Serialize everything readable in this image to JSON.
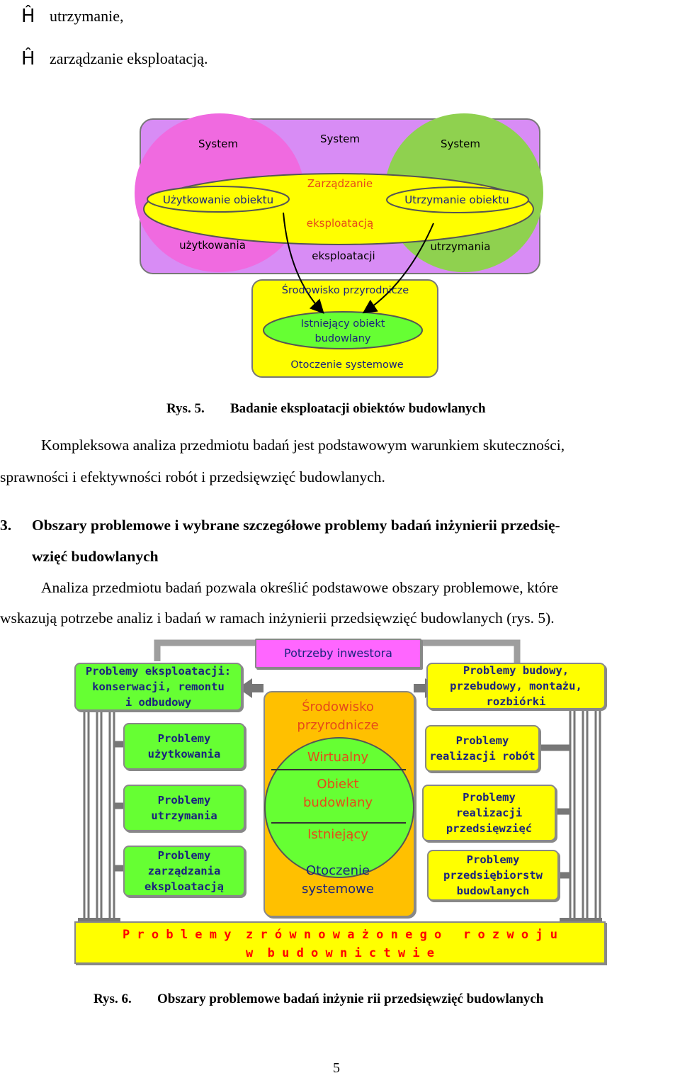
{
  "bullets": [
    {
      "glyph": "Ĥ",
      "text": "utrzymanie,"
    },
    {
      "glyph": "Ĥ",
      "text": "zarządzanie eksploatacją."
    }
  ],
  "fig5": {
    "sys_left": "System",
    "sys_mid": "System",
    "sys_right": "System",
    "zarz": "Zarządzanie",
    "uzytk_obiektu": "Użytkowanie obiektu",
    "utrzym_obiektu": "Utrzymanie obiektu",
    "eksploatacja": "eksploatacją",
    "uzytkowania": "użytkowania",
    "utrzymania": "utrzymania",
    "eksploatacji": "eksploatacji",
    "srodowisko": "Środowisko przyrodnicze",
    "istniejacy": "Istniejący obiekt\nbudowlany",
    "otoczenie": "Otoczenie systemowe",
    "caption_num": "Rys. 5.",
    "caption_text": "Badanie eksploatacji obiektów budowlanych",
    "colors": {
      "magenta": "#e879f9",
      "purple": "#c084fc",
      "green": "#8fd14f",
      "yellow": "#ffff00",
      "ellipse_green": "#66ff33"
    }
  },
  "para1_line1": "Kompleksowa analiza przedmiotu badań jest podstawowym warunkiem skuteczności,",
  "para1_line2": "sprawności i efektywności robót i przedsięwzięć budowlanych.",
  "section_num": "3.",
  "section_title_l1": "Obszary problemowe i wybrane szczegółowe problemy badań inżynierii przedsię-",
  "section_title_l2": "wzięć budowlanych",
  "para2_line1": "Analiza przedmiotu badań pozwala określić podstawowe obszary problemowe, które",
  "para2_line2": "wskazują potrzebe analiz i badań w ramach inżynierii przedsięwzięć budowlanych (rys. 5).",
  "fig6": {
    "potrzeby": "Potrzeby inwestora",
    "left_top": "Problemy eksploatacji:\nkonserwacji, remontu\ni odbudowy",
    "left_2": "Problemy\nużytkowania",
    "left_3": "Problemy\nutrzymania",
    "left_4": "Problemy\nzarządzania\neksploatacją",
    "center_1": "Środowisko\nprzyrodnicze",
    "center_2": "Wirtualny",
    "center_3": "Obiekt\nbudowlany",
    "center_4": "Istniejący",
    "center_5": "Otoczenie\nsystemowe",
    "right_top": "Problemy budowy,\nprzebudowy, montażu,\nrozbiórki",
    "right_2": "Problemy\nrealizacji robót",
    "right_3": "Problemy\nrealizacji\nprzedsięwzięć",
    "right_4": "Problemy\nprzedsiębiorstw\nbudowlanych",
    "bottom_l1": "P r o b l e m y  z r ó w n o w a ż o n e g o   r o z w o j u",
    "bottom_l2": "w  b u d o w n i c t w i e",
    "caption_num": "Rys. 6.",
    "caption_text": "Obszary problemowe badań inżynie rii przedsięwzięć budowlanych",
    "colors": {
      "green": "#66ff33",
      "yellow": "#ffff00",
      "orange": "#ffc000",
      "pink": "#ff66ff",
      "red": "#ff0000",
      "navy": "#1a237e"
    }
  },
  "page_number": "5"
}
